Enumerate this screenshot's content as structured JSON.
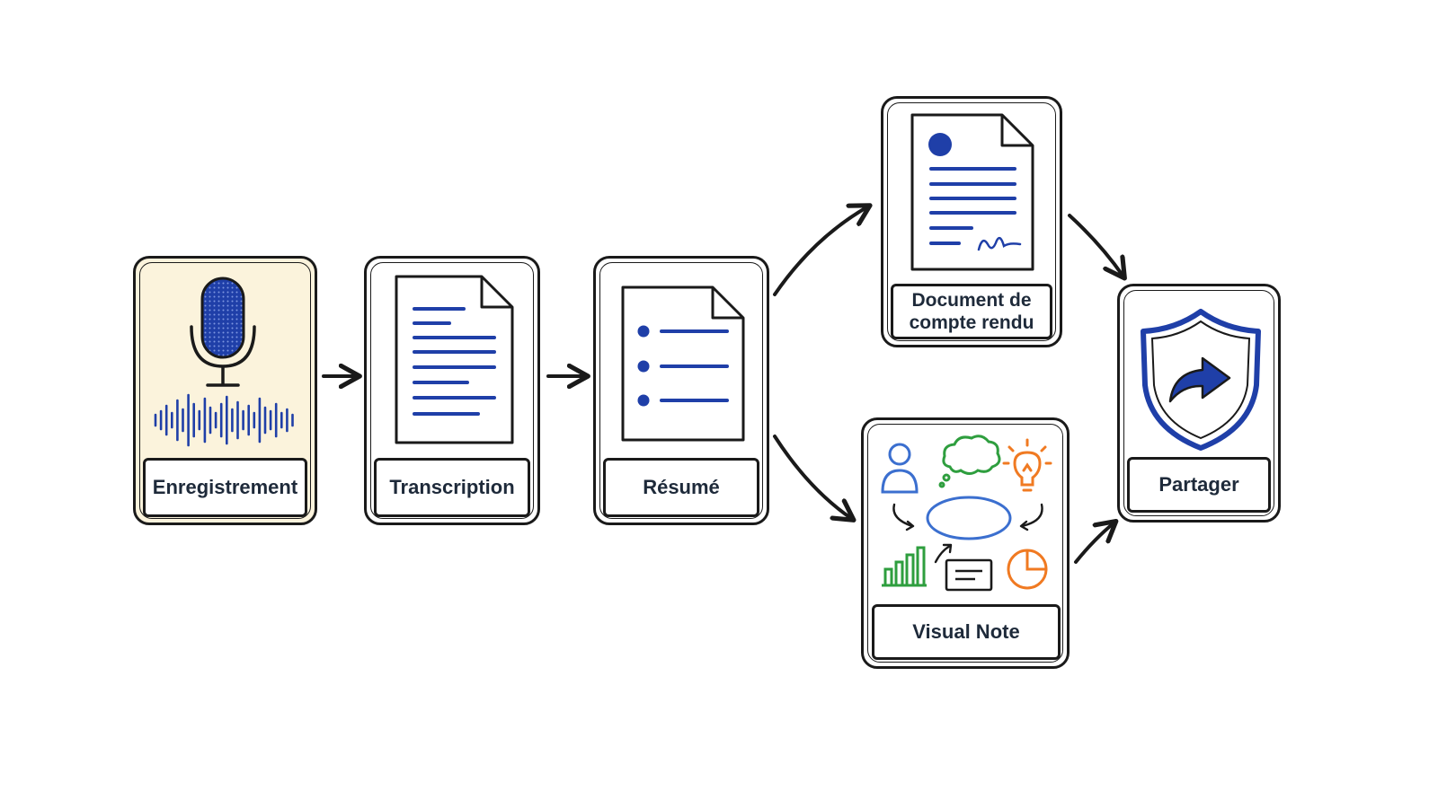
{
  "colors": {
    "ink": "#1a1a1a",
    "accent_blue": "#1f3fa8",
    "highlight_bg": "#fbf3dc",
    "label_text": "#1e2a3a",
    "green": "#2e9e3e",
    "orange": "#f07a22",
    "light_blue": "#3b6fcf"
  },
  "nodes": {
    "recording": {
      "label": "Enregistrement",
      "icon": "microphone-waveform-icon"
    },
    "transcription": {
      "label": "Transcription",
      "icon": "text-document-icon"
    },
    "summary": {
      "label": "Résumé",
      "icon": "bullet-list-document-icon"
    },
    "report": {
      "label": "Document de compte rendu",
      "icon": "signed-document-icon"
    },
    "visual_note": {
      "label": "Visual Note",
      "icon": "visual-note-icon"
    },
    "share": {
      "label": "Partager",
      "icon": "shield-share-icon"
    }
  },
  "edges": [
    {
      "from": "recording",
      "to": "transcription"
    },
    {
      "from": "transcription",
      "to": "summary"
    },
    {
      "from": "summary",
      "to": "report"
    },
    {
      "from": "summary",
      "to": "visual_note"
    },
    {
      "from": "report",
      "to": "share"
    },
    {
      "from": "visual_note",
      "to": "share"
    }
  ]
}
